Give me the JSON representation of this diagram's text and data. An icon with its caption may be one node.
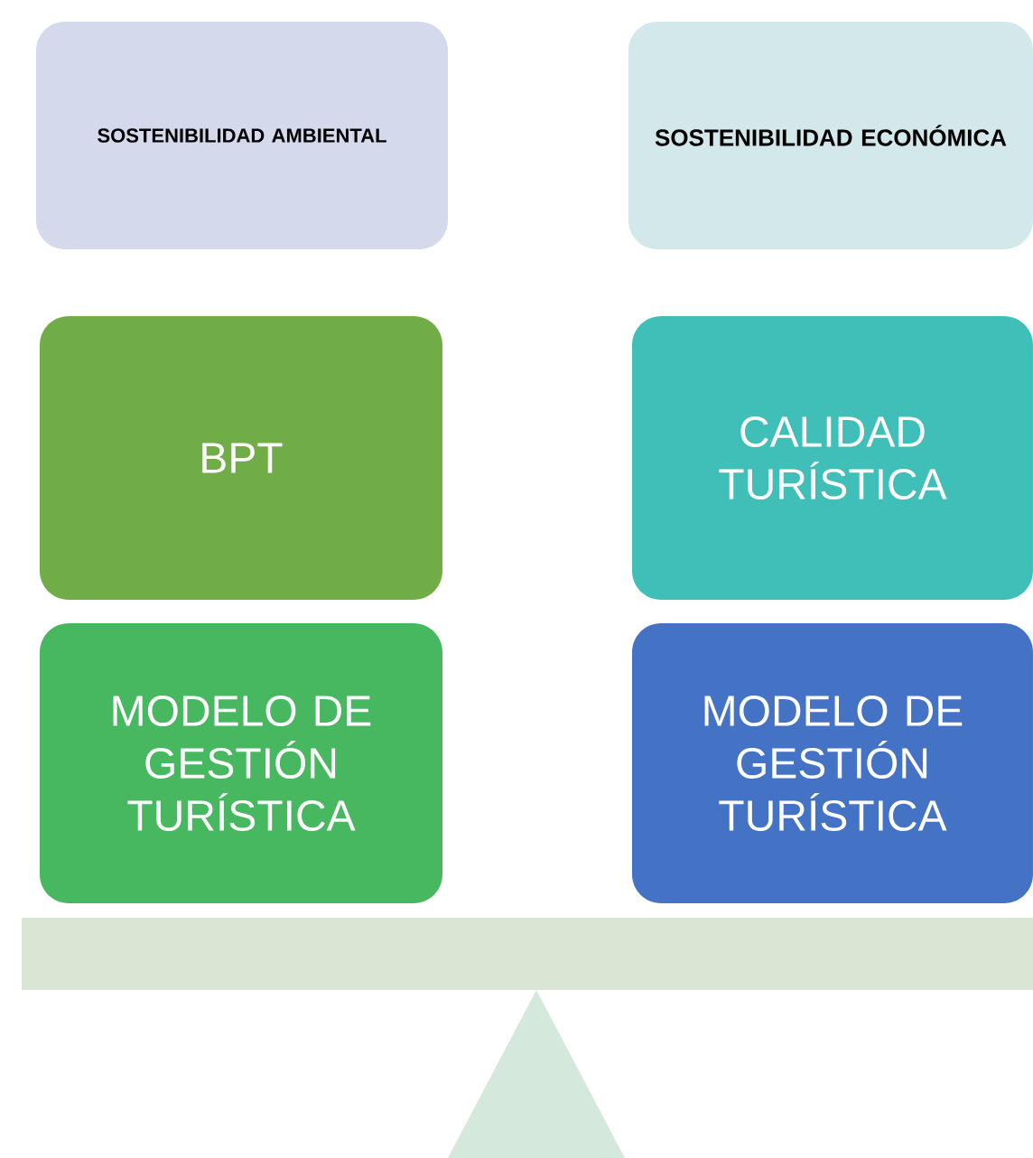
{
  "diagram": {
    "nodes": [
      {
        "text": [
          "SOSTENIBILIDAD AMBIENTAL"
        ]
      },
      {
        "text": [
          "SOSTENIBILIDAD ECONÓMICA"
        ]
      },
      {
        "text": [
          "BPT"
        ]
      },
      {
        "text": [
          "CALIDAD TURÍSTICA"
        ]
      },
      {
        "text": [
          "MODELO DE GESTIÓN TURÍSTICA"
        ]
      },
      {
        "text": [
          "MODELO DE GESTIÓN TURÍSTICA"
        ]
      }
    ]
  }
}
